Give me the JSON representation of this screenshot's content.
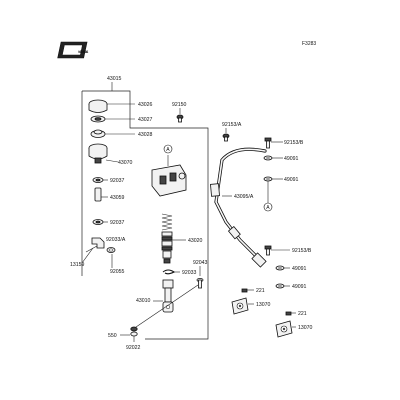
{
  "diagram_code": "F3283",
  "logo_text": "KAWASAKI",
  "callouts": {
    "assembly": "43015",
    "cap": "43026",
    "plate": "43027",
    "diaphragm": "43028",
    "reservoir": "43070",
    "clamp_top": "92150",
    "bolt_top": "92153/A",
    "banjo_bolt_b1": "92153/B",
    "washer_1": "49091",
    "washer_2": "49091",
    "hose": "43095/A",
    "banjo_bolt_b2": "92153/B",
    "washer_3": "49091",
    "washer_4": "49091",
    "clamp_small": "92037",
    "fitting": "43059",
    "clamp_small_2": "92037",
    "hose_fitting": "92033/A",
    "oring": "13159",
    "clip": "92055",
    "piston_kit": "43020",
    "snap_ring": "92033",
    "pin": "92043",
    "pushrod": "43010",
    "nut_221_a": "221",
    "bracket_a": "13070",
    "nut_221_b": "221",
    "bracket_b": "13070",
    "nut_550": "550",
    "washer_bottom": "92022"
  },
  "markers": {
    "a_top": "A",
    "a_right": "A"
  }
}
